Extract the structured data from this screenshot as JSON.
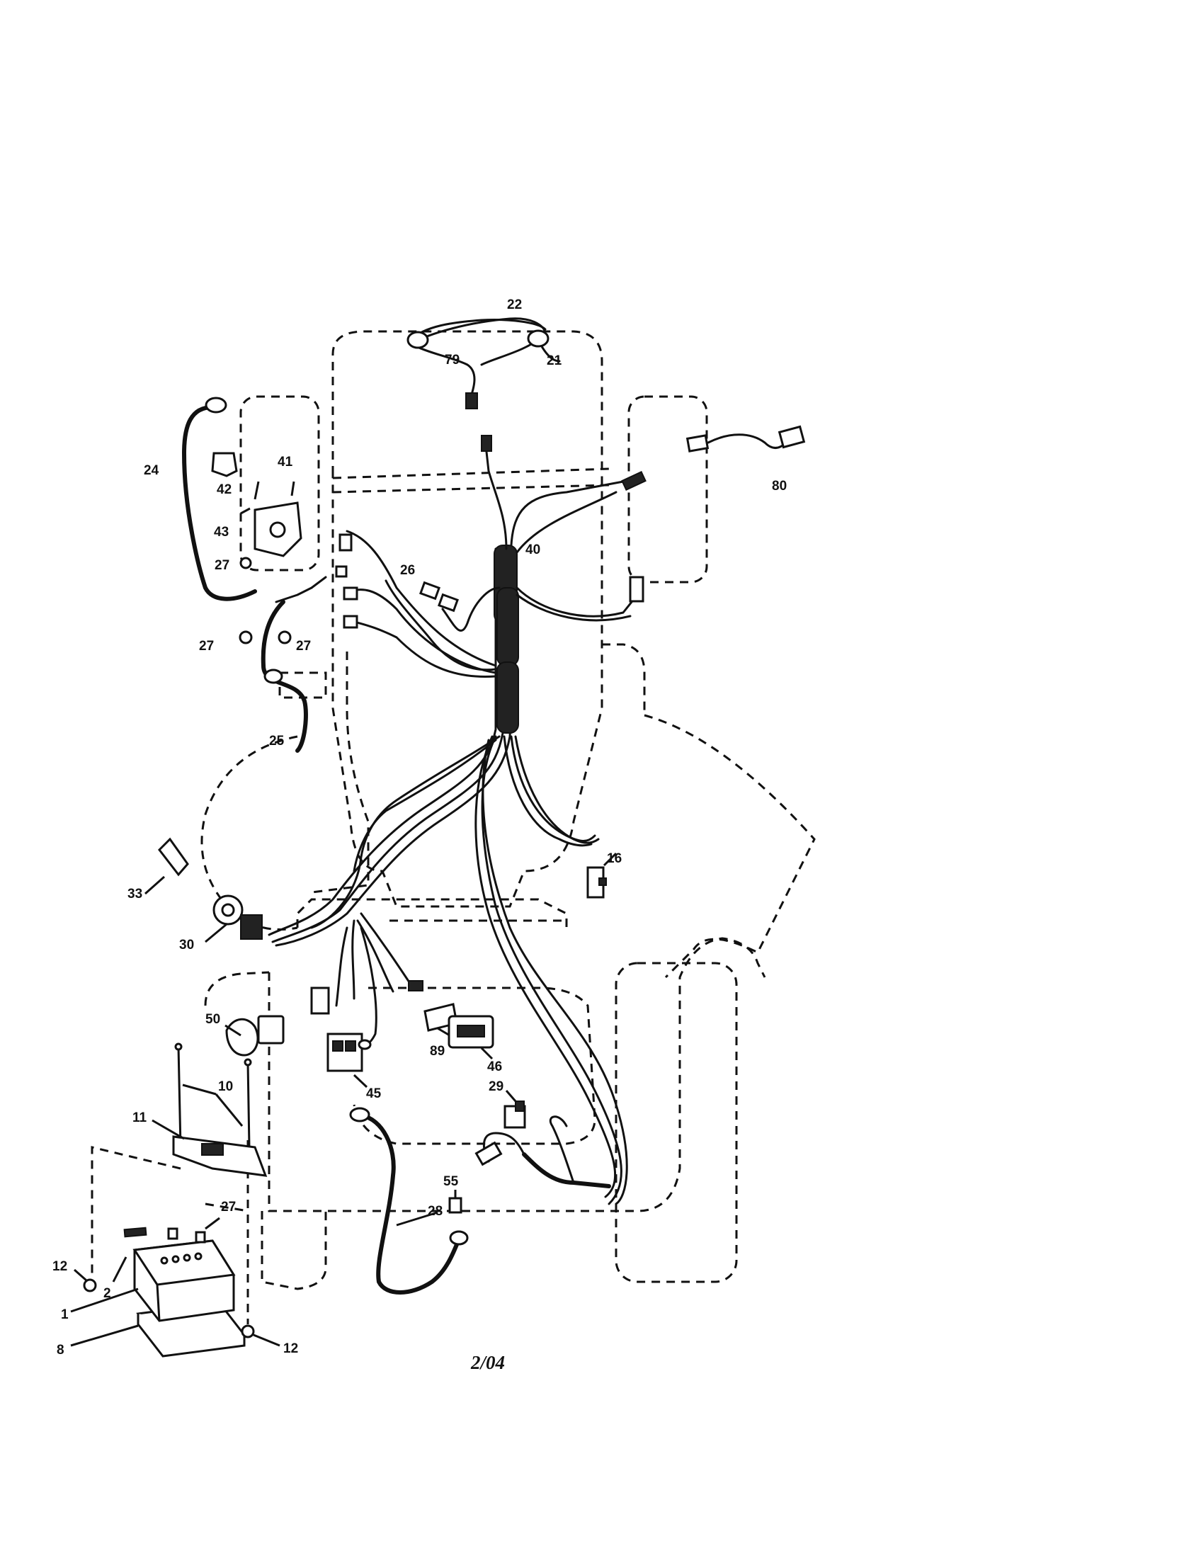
{
  "callouts": [
    {
      "id": "c22",
      "label": "22"
    },
    {
      "id": "c79",
      "label": "79"
    },
    {
      "id": "c21",
      "label": "21"
    },
    {
      "id": "c24",
      "label": "24"
    },
    {
      "id": "c41",
      "label": "41"
    },
    {
      "id": "c42",
      "label": "42"
    },
    {
      "id": "c43",
      "label": "43"
    },
    {
      "id": "c27a",
      "label": "27"
    },
    {
      "id": "c27b",
      "label": "27"
    },
    {
      "id": "c27c",
      "label": "27"
    },
    {
      "id": "c25",
      "label": "25"
    },
    {
      "id": "c26",
      "label": "26"
    },
    {
      "id": "c40",
      "label": "40"
    },
    {
      "id": "c80",
      "label": "80"
    },
    {
      "id": "c16",
      "label": "16"
    },
    {
      "id": "c33",
      "label": "33"
    },
    {
      "id": "c30",
      "label": "30"
    },
    {
      "id": "c50",
      "label": "50"
    },
    {
      "id": "c10",
      "label": "10"
    },
    {
      "id": "c11",
      "label": "11"
    },
    {
      "id": "c89",
      "label": "89"
    },
    {
      "id": "c46",
      "label": "46"
    },
    {
      "id": "c45",
      "label": "45"
    },
    {
      "id": "c29",
      "label": "29"
    },
    {
      "id": "c55",
      "label": "55"
    },
    {
      "id": "c28",
      "label": "28"
    },
    {
      "id": "c27d",
      "label": "27"
    },
    {
      "id": "c12a",
      "label": "12"
    },
    {
      "id": "c2",
      "label": "2"
    },
    {
      "id": "c1",
      "label": "1"
    },
    {
      "id": "c8",
      "label": "8"
    },
    {
      "id": "c12b",
      "label": "12"
    }
  ],
  "footer": {
    "date": "2/04"
  }
}
